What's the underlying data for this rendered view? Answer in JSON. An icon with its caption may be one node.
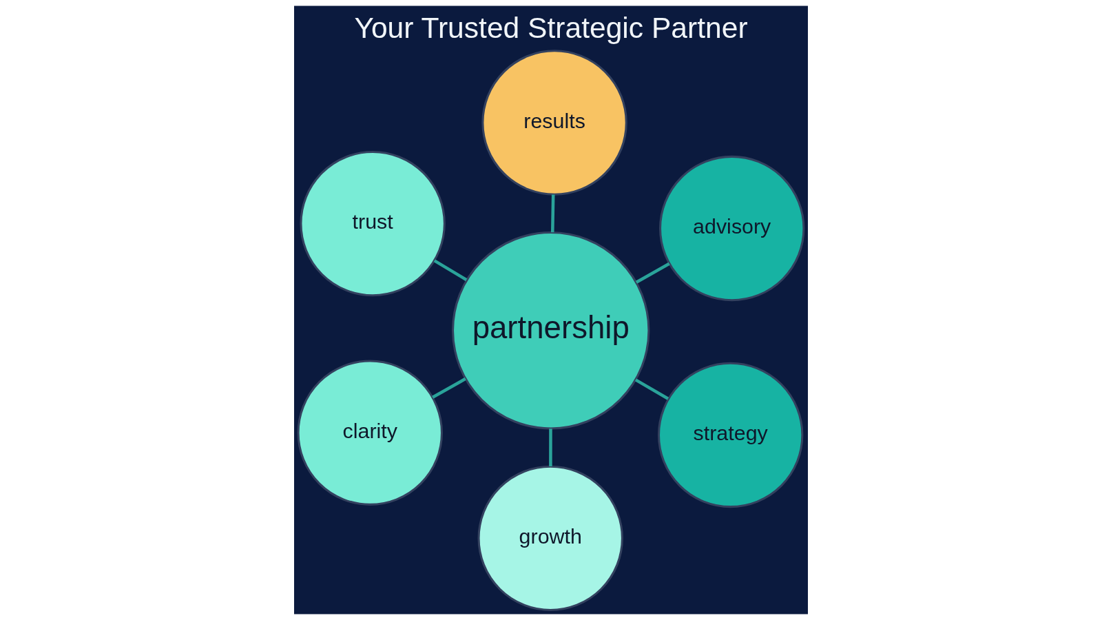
{
  "diagram": {
    "title": "Your Trusted Strategic Partner",
    "nodes": [
      {
        "text": [
          "partnership"
        ]
      },
      {
        "text": [
          "strategy"
        ]
      },
      {
        "text": [
          "growth"
        ]
      },
      {
        "text": [
          "trust"
        ]
      },
      {
        "text": [
          "advisory"
        ]
      },
      {
        "text": [
          "results"
        ]
      },
      {
        "text": [
          "clarity"
        ]
      }
    ],
    "edges": [
      {
        "from": 0,
        "to": 1,
        "arrow": "none"
      },
      {
        "from": 0,
        "to": 2,
        "arrow": "none"
      },
      {
        "from": 0,
        "to": 3,
        "arrow": "none"
      },
      {
        "from": 0,
        "to": 4,
        "arrow": "none"
      },
      {
        "from": 0,
        "to": 5,
        "arrow": "none"
      },
      {
        "from": 0,
        "to": 6,
        "arrow": "none"
      }
    ]
  }
}
